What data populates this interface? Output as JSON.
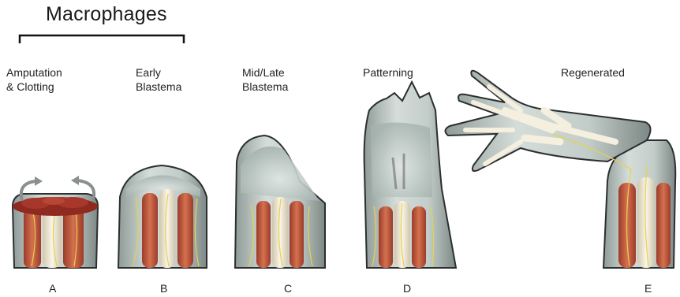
{
  "header": {
    "title": "Macrophages"
  },
  "stages": [
    {
      "line1": "Amputation",
      "line2": "& Clotting",
      "letter": "A"
    },
    {
      "line1": "Early",
      "line2": "Blastema",
      "letter": "B"
    },
    {
      "line1": "Mid/Late",
      "line2": "Blastema",
      "letter": "C"
    },
    {
      "line1": "Patterning",
      "line2": "",
      "letter": "D"
    },
    {
      "line1": "Regenerated",
      "line2": "",
      "letter": "E"
    }
  ],
  "colors": {
    "skin": "#c9d3cf",
    "skin_edge": "#2b2f2f",
    "muscle": "#c0553d",
    "bone": "#efe8d6",
    "nerve": "#e8d24a",
    "clot": "#8e2a20",
    "blastema": "#b9c7c3"
  }
}
